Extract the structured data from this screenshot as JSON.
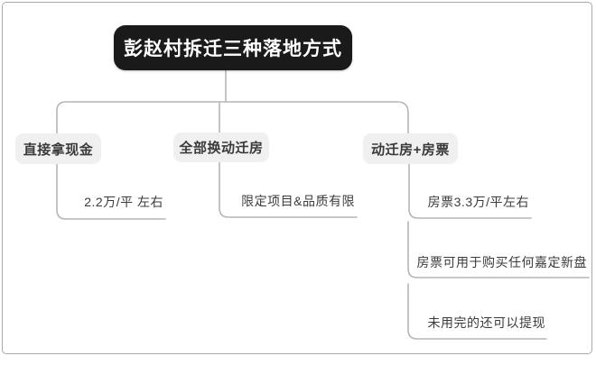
{
  "root": {
    "title": "彭赵村拆迁三种落地方式"
  },
  "branches": [
    {
      "id": "cash",
      "label": "直接拿现金",
      "children": [
        {
          "text": "2.2万/平 左右"
        }
      ]
    },
    {
      "id": "housing",
      "label": "全部换动迁房",
      "children": [
        {
          "text": "限定项目&品质有限"
        }
      ]
    },
    {
      "id": "ticket",
      "label": "动迁房+房票",
      "children": [
        {
          "text": "房票3.3万/平左右"
        },
        {
          "text": "房票可用于购买任何嘉定新盘"
        },
        {
          "text": "未用完的还可以提现"
        }
      ]
    }
  ],
  "colors": {
    "root_background": "#1a1a1a",
    "root_text": "#ffffff",
    "branch_background": "#f0f0f0",
    "branch_text": "#3a3a3a",
    "connector_line": "#b6b6b6",
    "canvas_border": "#a9a9a9",
    "canvas_background": "#ffffff"
  }
}
